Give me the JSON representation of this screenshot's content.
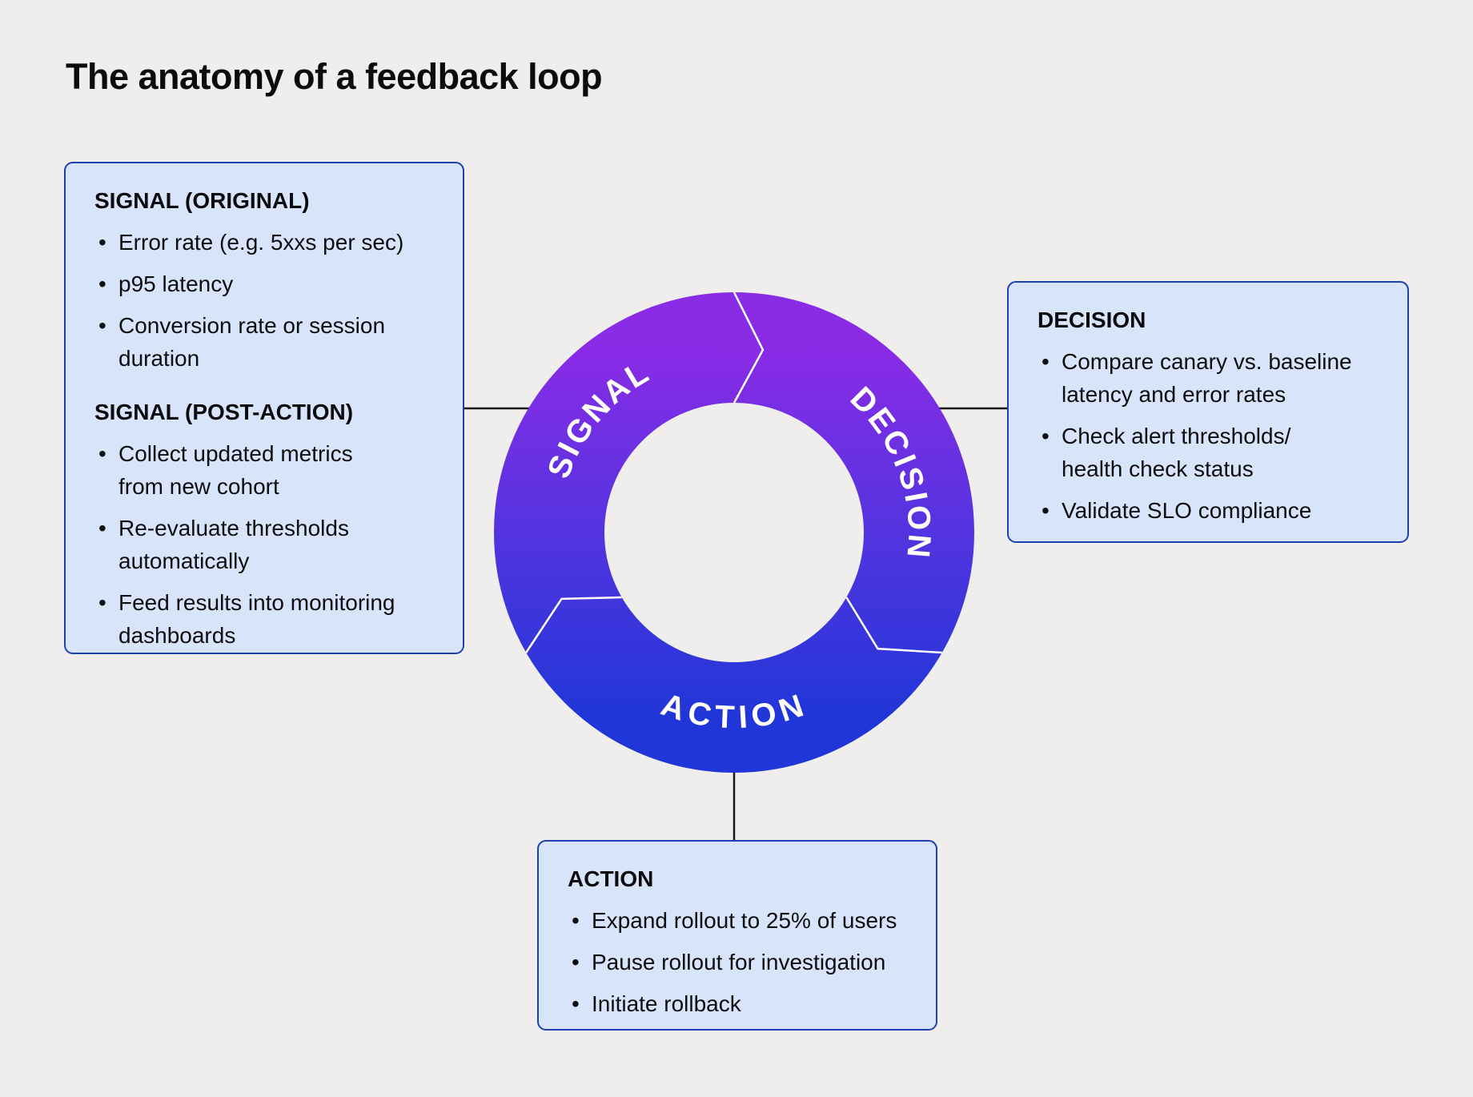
{
  "title": "The anatomy of a feedback loop",
  "boxes": {
    "signal": {
      "sections": [
        {
          "heading": "SIGNAL (ORIGINAL)",
          "bullets": [
            "Error rate (e.g. 5xxs per sec)",
            "p95 latency",
            "Conversion rate or session\nduration"
          ]
        },
        {
          "heading": "SIGNAL (POST-ACTION)",
          "bullets": [
            "Collect updated metrics\nfrom new cohort",
            "Re-evaluate thresholds\nautomatically",
            "Feed results into monitoring\ndashboards"
          ]
        }
      ]
    },
    "decision": {
      "heading": "DECISION",
      "bullets": [
        "Compare canary vs. baseline\nlatency and error rates",
        "Check alert thresholds/\nhealth check status",
        "Validate SLO compliance"
      ]
    },
    "action": {
      "heading": "ACTION",
      "bullets": [
        "Expand rollout to 25% of users",
        "Pause rollout for investigation",
        "Initiate rollback"
      ]
    }
  },
  "ring": {
    "labels": {
      "signal": "SIGNAL",
      "decision": "DECISION",
      "action": "ACTION"
    },
    "colors": {
      "gradient_top": "#8A2BE6",
      "gradient_bottom": "#2136D8",
      "separator": "#ffffff",
      "label_text": "#ffffff"
    }
  },
  "style_tokens": {
    "background": "#efeeec",
    "box_fill": "#d7e4fa",
    "box_border": "#1d40b5",
    "connector": "#1a1a1a"
  }
}
